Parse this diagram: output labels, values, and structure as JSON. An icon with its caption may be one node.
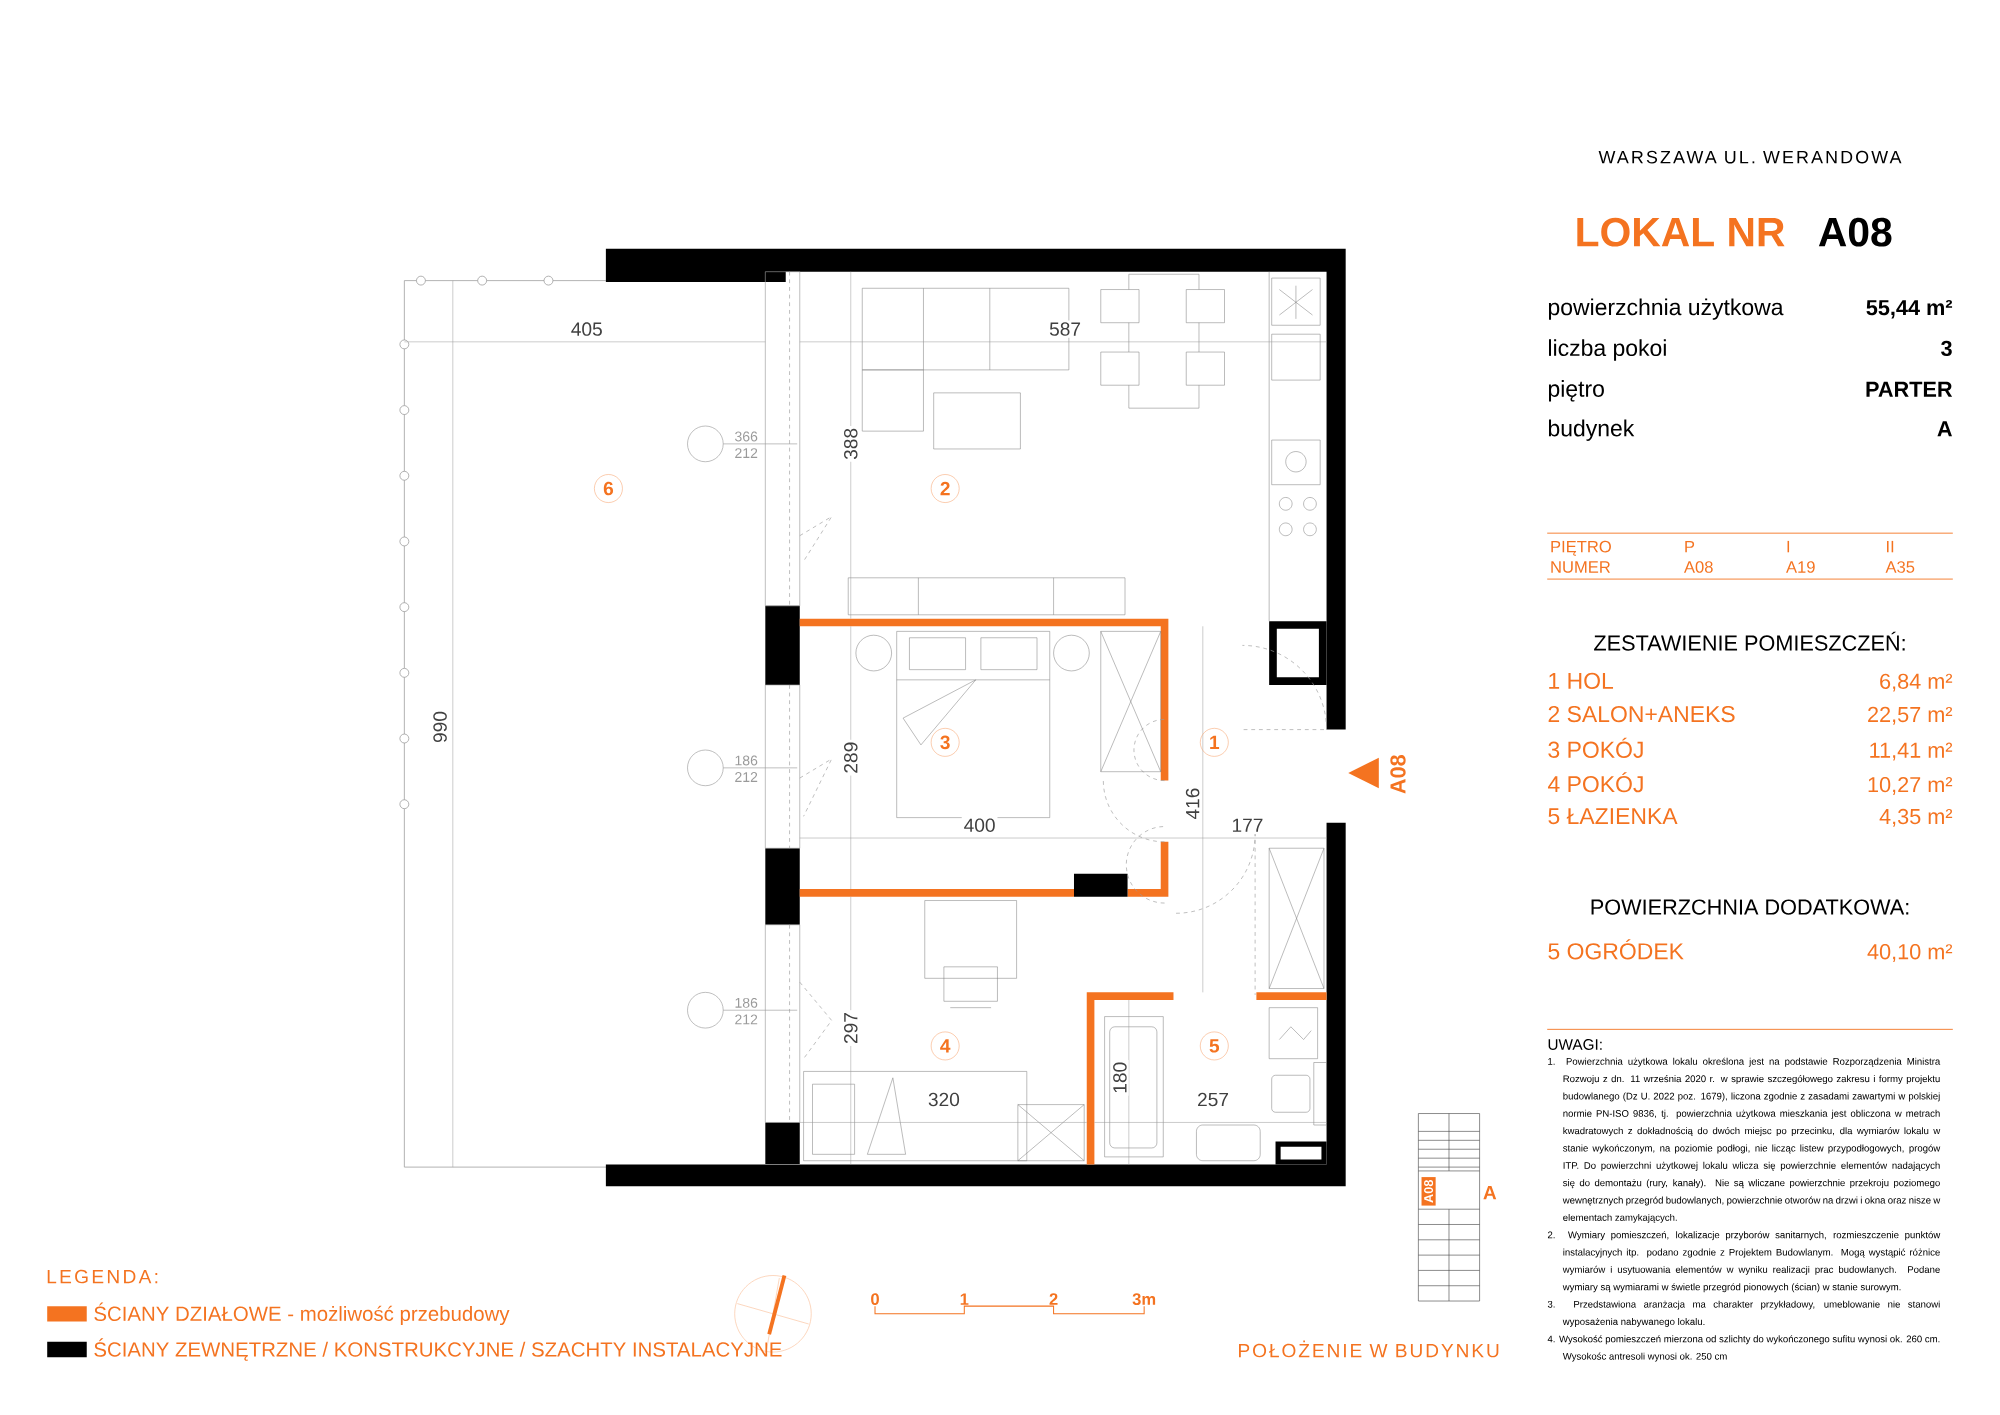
{
  "diagram": {
    "nodes": [
      {
        "text": [
          "6"
        ]
      },
      {
        "text": [
          "2"
        ]
      },
      {
        "text": [
          "3"
        ]
      },
      {
        "text": [
          "1"
        ]
      },
      {
        "text": [
          "4"
        ]
      },
      {
        "text": [
          "5"
        ]
      }
    ],
    "labels": [
      "WARSZAWA UL. WERANDOWA",
      "LOKAL NR",
      "A08",
      "powierzchnia użytkowa",
      "55,44 m²",
      "liczba pokoi",
      "3",
      "piętro",
      "PARTER",
      "budynek",
      "A",
      "PIĘTRO",
      "P",
      "I",
      "II",
      "NUMER",
      "A08",
      "A19",
      "A35",
      "ZESTAWIENIE POMIESZCZEŃ:",
      "1 HOL",
      "6,84 m²",
      "2 SALON+ANEKS",
      "22,57 m²",
      "3 POKÓJ",
      "11,41 m²",
      "4 POKÓJ",
      "10,27 m²",
      "5 ŁAZIENKA",
      "4,35 m²",
      "POWIERZCHNIA DODATKOWA:",
      "5 OGRÓDEK",
      "40,10 m²",
      "UWAGI:",
      "1. Powierzchnia użytkowa lokalu określona jest na podstawie Rozporządzenia Ministra Rozwoju z dn. 11 września 2020 r. w sprawie szczegółowego zakresu i formy projektu budowlanego (Dz U. 2022 poz. 1679), liczona zgodnie z zasadami zawartymi w polskiej normie PN-ISO 9836, tj. powierzchnia użytkowa mieszkania jest obliczona w metrach kwadratowych z dokładnością do dwóch miejsc po przecinku, dla wymiarów lokalu w stanie wykończonym, na poziomie podłogi, nie licząc listew przypodłogowych, progów ITP. Do powierzchni użytkowej lokalu wlicza się powierzchnie elementów nadających się do demontażu (rury, kanały). Nie są wliczane powierzchnie przekroju poziomego wewnętrznych przegród budowlanych, powierzchnie otworów na drzwi i okna oraz nisze w elementach zamykających.",
      "2. Wymiary pomieszczeń, lokalizacje przyborów sanitarnych, rozmieszczenie punktów instalacyjnych itp. podano zgodnie z Projektem Budowlanym. Mogą wystąpić różnice wymiarów i usytuowania elementów w wyniku realizacji prac budowlanych. Podane wymiary są wymiarami w świetle przegród pionowych (ścian) w stanie surowym.",
      "3. Przedstawiona aranżacja ma charakter przykładowy, umeblowanie nie stanowi wyposażenia nabywanego lokalu.",
      "4. Wysokość pomieszczeń mierzona od szlichty do wykończonego sufitu wynosi ok. 260 cm. Wysokośc antresoli wynosi ok. 250 cm",
      "405",
      "990",
      "587",
      "388",
      "289",
      "297",
      "400",
      "416",
      "177",
      "320",
      "180",
      "257",
      "366",
      "212",
      "186",
      "212",
      "186",
      "212",
      "A08",
      "A08",
      "A",
      "LEGENDA:",
      "0",
      "1",
      "2",
      "3m",
      "POŁOŻENIE W BUDYNKU"
    ],
    "legend": [
      {
        "text": "ŚCIANY DZIAŁOWE - możliwość przebudowy",
        "color": "#f47320"
      },
      {
        "text": "ŚCIANY ZEWNĘTRZNE / KONSTRUKCYJNE / SZACHTY INSTALACYJNE",
        "color": "#000000"
      }
    ]
  }
}
